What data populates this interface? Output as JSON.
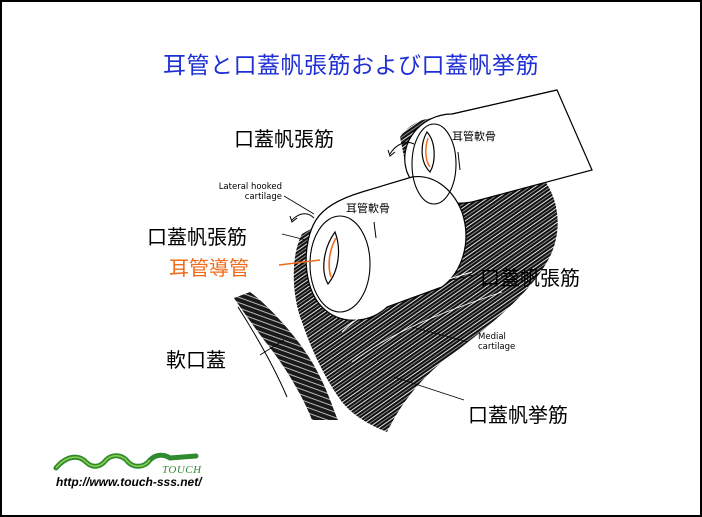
{
  "title": "耳管と口蓋帆張筋および口蓋帆挙筋",
  "labels": {
    "tensor_top": "口蓋帆張筋",
    "cartilage_top": "耳管軟骨",
    "lateral_hooked": "Lateral hooked",
    "lateral_hooked_2": "cartilage",
    "cartilage_mid": "耳管軟骨",
    "tensor_left": "口蓋帆張筋",
    "tube_lumen": "耳管導管",
    "tensor_right": "口蓋帆張筋",
    "soft_palate": "軟口蓋",
    "medial": "Medial",
    "medial_2": "cartilage",
    "levator": "口蓋帆挙筋"
  },
  "footer": {
    "brand": "TOUCH",
    "url": "http://www.touch-sss.net/"
  },
  "colors": {
    "title": "#1f2fd6",
    "highlight": "#f06a1a",
    "logo": "#2e8b2e"
  }
}
